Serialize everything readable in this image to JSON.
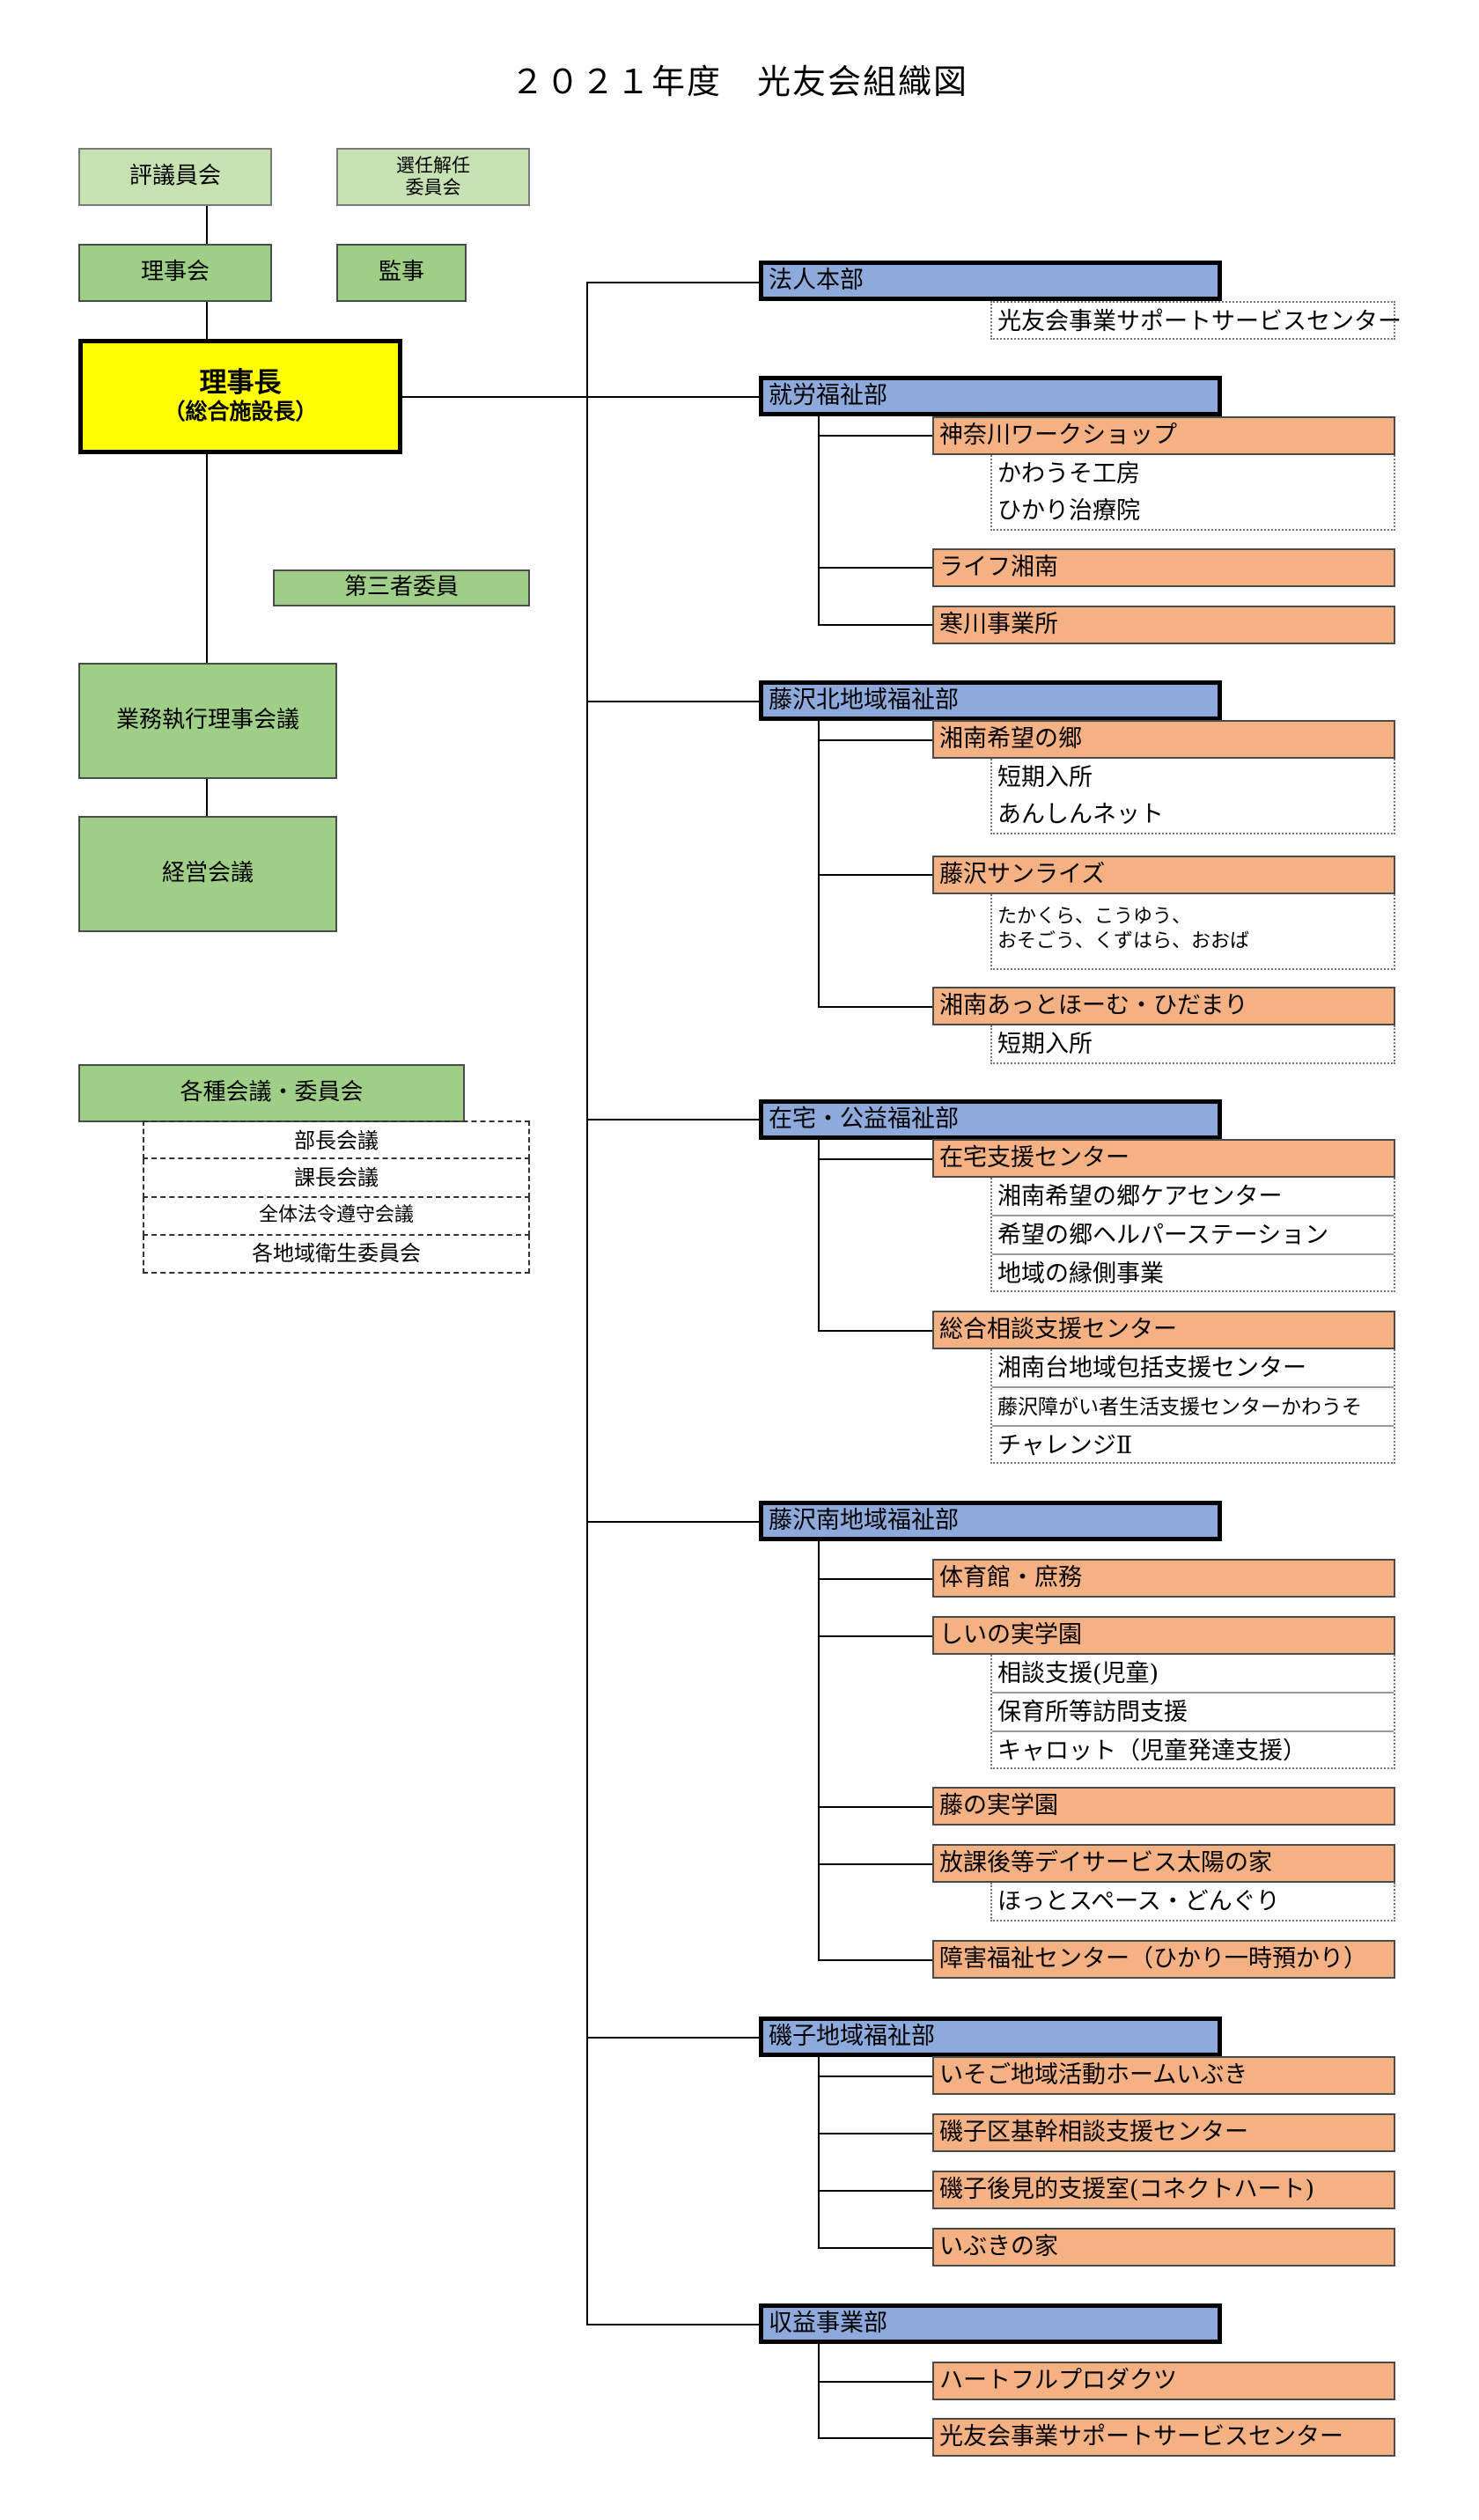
{
  "title": "２０２１年度　光友会組織図",
  "left": {
    "hyogiinkai": "評議員会",
    "senninkainin": "選任解任\n委員会",
    "rijikai": "理事会",
    "kanji": "監事",
    "chair_title": "理事長",
    "chair_sub": "（総合施設長）",
    "daisansha": "第三者委員",
    "gyomu": "業務執行理事会議",
    "keiei": "経営会議",
    "meetings_header": "各種会議・委員会",
    "meetings": [
      "部長会議",
      "課長会議",
      "全体法令遵守会議",
      "各地域衛生委員会"
    ]
  },
  "departments": [
    {
      "name": "法人本部",
      "direct_items": [
        "光友会事業サポートサービスセンター"
      ]
    },
    {
      "name": "就労福祉部",
      "units": [
        {
          "name": "神奈川ワークショップ",
          "items": [
            "かわうそ工房",
            "ひかり治療院"
          ]
        },
        {
          "name": "ライフ湘南",
          "items": []
        },
        {
          "name": "寒川事業所",
          "items": []
        }
      ]
    },
    {
      "name": "藤沢北地域福祉部",
      "units": [
        {
          "name": "湘南希望の郷",
          "items": [
            "短期入所",
            "あんしんネット"
          ]
        },
        {
          "name": "藤沢サンライズ",
          "items": [
            "たかくら、こうゆう、\nおそごう、くずはら、おおば"
          ]
        },
        {
          "name": "湘南あっとほーむ・ひだまり",
          "items": [
            "短期入所"
          ]
        }
      ]
    },
    {
      "name": "在宅・公益福祉部",
      "units": [
        {
          "name": "在宅支援センター",
          "items": [
            "湘南希望の郷ケアセンター",
            "希望の郷ヘルパーステーション",
            "地域の縁側事業"
          ]
        },
        {
          "name": "総合相談支援センター",
          "items": [
            "湘南台地域包括支援センター",
            "藤沢障がい者生活支援センターかわうそ",
            "チャレンジⅡ"
          ]
        }
      ]
    },
    {
      "name": "藤沢南地域福祉部",
      "units": [
        {
          "name": "体育館・庶務",
          "items": []
        },
        {
          "name": "しいの実学園",
          "items": [
            "相談支援(児童)",
            "保育所等訪問支援",
            "キャロット（児童発達支援）"
          ]
        },
        {
          "name": "藤の実学園",
          "items": []
        },
        {
          "name": "放課後等デイサービス太陽の家",
          "items": [
            "ほっとスペース・どんぐり"
          ]
        },
        {
          "name": "障害福祉センター（ひかり一時預かり）",
          "items": []
        }
      ]
    },
    {
      "name": "磯子地域福祉部",
      "units": [
        {
          "name": "いそご地域活動ホームいぶき",
          "items": []
        },
        {
          "name": "磯子区基幹相談支援センター",
          "items": []
        },
        {
          "name": "磯子後見的支援室(コネクトハート)",
          "items": []
        },
        {
          "name": "いぶきの家",
          "items": []
        }
      ]
    },
    {
      "name": "収益事業部",
      "units": [
        {
          "name": "ハートフルプロダクツ",
          "items": []
        },
        {
          "name": "光友会事業サポートサービスセンター",
          "items": []
        }
      ]
    }
  ],
  "colors": {
    "green": "#9fcf86",
    "light_green": "#c6e2b2",
    "chair_yellow": "#ffff00",
    "dept_blue": "#8ea9db",
    "unit_orange": "#f4b183"
  }
}
